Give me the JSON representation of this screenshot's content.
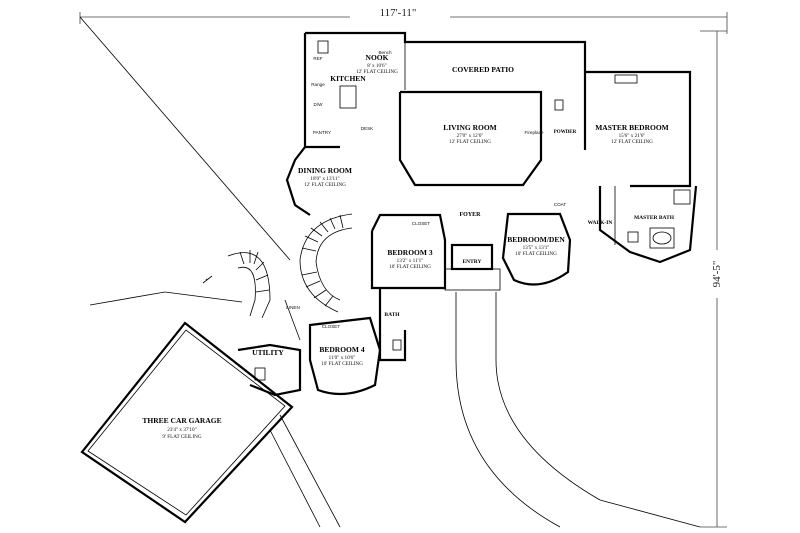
{
  "dimensions": {
    "width": "117'-11\"",
    "depth": "94'-5\""
  },
  "rooms": {
    "nook": {
      "name": "NOOK",
      "size": "8' x 10'6\"",
      "ceiling": "12' FLAT CEILING"
    },
    "kitchen": {
      "name": "KITCHEN"
    },
    "covered_patio": {
      "name": "COVERED PATIO"
    },
    "living_room": {
      "name": "LIVING ROOM",
      "size": "27'0\" x 12'6\"",
      "ceiling": "12' FLAT CEILING"
    },
    "master_bedroom": {
      "name": "MASTER BEDROOM",
      "size": "15'6\" x 21'6\"",
      "ceiling": "12' FLAT CEILING"
    },
    "dining_room": {
      "name": "DINING ROOM",
      "size": "18'0\" x 13'11\"",
      "ceiling": "12' FLAT CEILING"
    },
    "foyer": {
      "name": "FOYER"
    },
    "bedroom_3": {
      "name": "BEDROOM 3",
      "size": "13'2\" x 11'1\"",
      "ceiling": "10' FLAT CEILING"
    },
    "bedroom_den": {
      "name": "BEDROOM/DEN",
      "size": "13'5\" x 13'1\"",
      "ceiling": "10' FLAT CEILING"
    },
    "entry": {
      "name": "ENTRY"
    },
    "walk_in": {
      "name": "WALK-IN"
    },
    "master_bath": {
      "name": "MASTER BATH"
    },
    "powder": {
      "name": "POWDER"
    },
    "bath": {
      "name": "BATH"
    },
    "bedroom_4": {
      "name": "BEDROOM 4",
      "size": "11'0\" x 10'6\"",
      "ceiling": "10' FLAT CEILING"
    },
    "utility": {
      "name": "UTILITY"
    },
    "garage": {
      "name": "THREE CAR GARAGE",
      "size": "23'4\" x 37'10\"",
      "ceiling": "9' FLAT CEILING"
    }
  },
  "labels": {
    "closet_b3": "CLOSET",
    "closet_b4": "CLOSET",
    "coat": "COAT",
    "linen": "LINEN",
    "pantry": "PANTRY",
    "desk": "DESK",
    "fireplace": "Fireplace",
    "range": "Range",
    "ref": "REF",
    "dw": "D/W",
    "bench": "Bench"
  }
}
